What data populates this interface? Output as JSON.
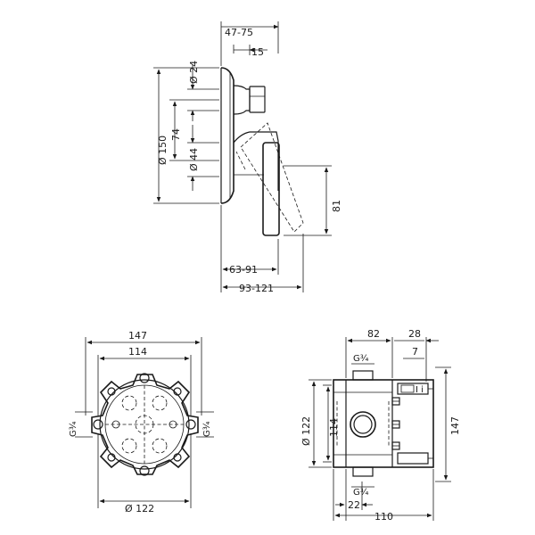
{
  "top_view": {
    "dim_offset_range": "47-75",
    "dim_spindle_depth": "15",
    "dim_spindle_dia": "Ø 24",
    "dim_plate_dia": "Ø 150",
    "dim_center_spacing": "74",
    "dim_hub_dia": "Ø 44",
    "dim_lever_height": "81",
    "dim_lever_depth": "63-91",
    "dim_total_depth": "93-121"
  },
  "body_front": {
    "dim_outer_width": "147",
    "dim_inner_width": "114",
    "dim_bottom_dia": "Ø 122",
    "conn_left": "G¾",
    "conn_right": "G¾"
  },
  "body_side": {
    "dim_top_width": "82",
    "dim_top_right": "28",
    "dim_right_small": "7",
    "conn_top": "G¾",
    "conn_bottom": "G¾",
    "dim_dia": "Ø 122",
    "dim_inner_height": "114",
    "dim_total_height": "147",
    "dim_bottom_offset": "22",
    "dim_total_width": "110"
  }
}
